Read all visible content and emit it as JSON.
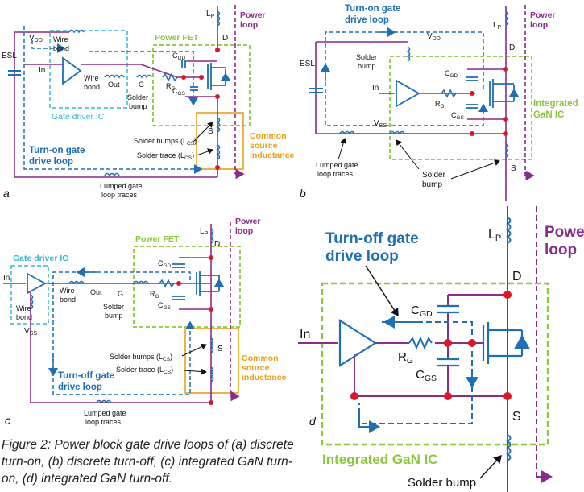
{
  "caption": "Figure 2: Power block gate drive loops of (a) discrete turn-on, (b) discrete turn-off, (c) integrated GaN turn-on, (d) integrated GaN turn-off.",
  "panels": {
    "a": {
      "letter": "a",
      "esl": "ESL",
      "vdd": "V",
      "vdd_sub": "DD",
      "wire_bond_1": "Wire",
      "wire_bond_2": "bond",
      "wire_bond2_1": "Wire",
      "wire_bond2_2": "bond",
      "in": "In",
      "out": "Out",
      "g": "G",
      "solder_bump_1": "Solder",
      "solder_bump_2": "bump",
      "gate_driver_ic": "Gate driver IC",
      "power_fet": "Power FET",
      "lp": "L",
      "lp_sub": "P",
      "power_loop_1": "Power",
      "power_loop_2": "loop",
      "d": "D",
      "s": "S",
      "cgd": "C",
      "cgd_sub": "GD",
      "cgs": "C",
      "cgs_sub": "GS",
      "rg": "R",
      "rg_sub": "G",
      "solder_bumps_lcs": "Solder bumps (L",
      "solder_trace_lcs": "Solder trace (L",
      "lcs_sub": "CS",
      "common_1": "Common",
      "common_2": "source",
      "common_3": "inductance",
      "loop_1": "Turn-on gate",
      "loop_2": "drive loop",
      "lumped_1": "Lumped gate",
      "lumped_2": "loop traces"
    },
    "b": {
      "letter": "b",
      "loop_1": "Turn-on gate",
      "loop_2": "drive loop",
      "esl": "ESL",
      "vdd": "V",
      "vdd_sub": "DD",
      "solder_bump_1": "Solder",
      "solder_bump_2": "bump",
      "in": "In",
      "vss": "V",
      "vss_sub": "SS",
      "lp": "L",
      "lp_sub": "P",
      "power_loop_1": "Power",
      "power_loop_2": "loop",
      "d": "D",
      "s": "S",
      "cgd": "C",
      "cgd_sub": "GD",
      "cgs": "C",
      "cgs_sub": "GS",
      "rg": "R",
      "rg_sub": "G",
      "integrated_1": "Integrated",
      "integrated_2": "GaN IC",
      "lumped_1": "Lumped gate",
      "lumped_2": "loop traces",
      "bump_1": "Solder",
      "bump_2": "bump"
    },
    "c": {
      "letter": "c",
      "gate_driver_ic": "Gate driver IC",
      "power_fet": "Power FET",
      "in": "In",
      "wire_bond_1": "Wire",
      "wire_bond_2": "bond",
      "wire_bond2_1": "Wire",
      "wire_bond2_2": "bond",
      "out": "Out",
      "g": "G",
      "vss": "V",
      "vss_sub": "SS",
      "solder_bump_1": "Solder",
      "solder_bump_2": "bump",
      "lp": "L",
      "lp_sub": "P",
      "power_loop_1": "Power",
      "power_loop_2": "loop",
      "d": "D",
      "s": "S",
      "cgd": "C",
      "cgd_sub": "GD",
      "cgs": "C",
      "cgs_sub": "GS",
      "rg": "R",
      "rg_sub": "G",
      "solder_bumps_lcs": "Solder bumps (L",
      "solder_trace_lcs": "Solder trace (L",
      "lcs_sub": "CS",
      "common_1": "Common",
      "common_2": "source",
      "common_3": "inductance",
      "loop_1": "Turn-off gate",
      "loop_2": "drive loop",
      "lumped_1": "Lumped gate",
      "lumped_2": "loop traces"
    },
    "d": {
      "letter": "d",
      "loop_1": "Turn-off gate",
      "loop_2": "drive loop",
      "lp": "L",
      "lp_sub": "P",
      "power_loop_1": "Power",
      "power_loop_2": "loop",
      "d": "D",
      "s": "S",
      "in": "In",
      "cgd": "C",
      "cgd_sub": "GD",
      "cgs": "C",
      "cgs_sub": "GS",
      "rg": "R",
      "rg_sub": "G",
      "integrated": "Integrated GaN IC",
      "solder_bump": "Solder bump"
    }
  },
  "colors": {
    "wire": "#8a2c8a",
    "loop": "#1f6fb2",
    "gate_ic_box": "#38b7c9",
    "fet_box": "#8cc63f",
    "cs_box": "#e8a21a",
    "node": "#d7192a"
  }
}
